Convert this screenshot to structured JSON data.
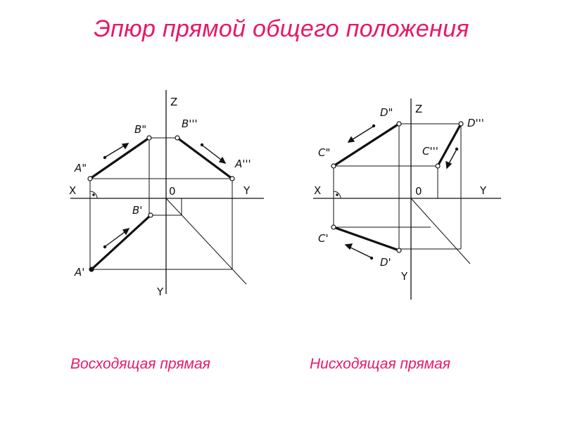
{
  "title": "Эпюр прямой общего положения",
  "left_diagram": {
    "caption": "Восходящая прямая",
    "axes": {
      "z": "Z",
      "x": "X",
      "y_right": "Y",
      "origin": "0",
      "y_down": "Y"
    },
    "points": {
      "a2": "A\"",
      "b2": "B\"",
      "b3": "B'''",
      "a3": "A'''",
      "b1": "B'",
      "a1": "A'"
    }
  },
  "right_diagram": {
    "caption": "Нисходящая прямая",
    "axes": {
      "z": "Z",
      "x": "X",
      "y_right": "Y",
      "origin": "0",
      "y_down": "Y"
    },
    "points": {
      "d2": "D\"",
      "d3": "D'''",
      "c2": "C\"",
      "c3": "C'''",
      "c1": "C'",
      "d1": "D'"
    }
  },
  "colors": {
    "title": "#e8176a",
    "lines": "#111111"
  }
}
